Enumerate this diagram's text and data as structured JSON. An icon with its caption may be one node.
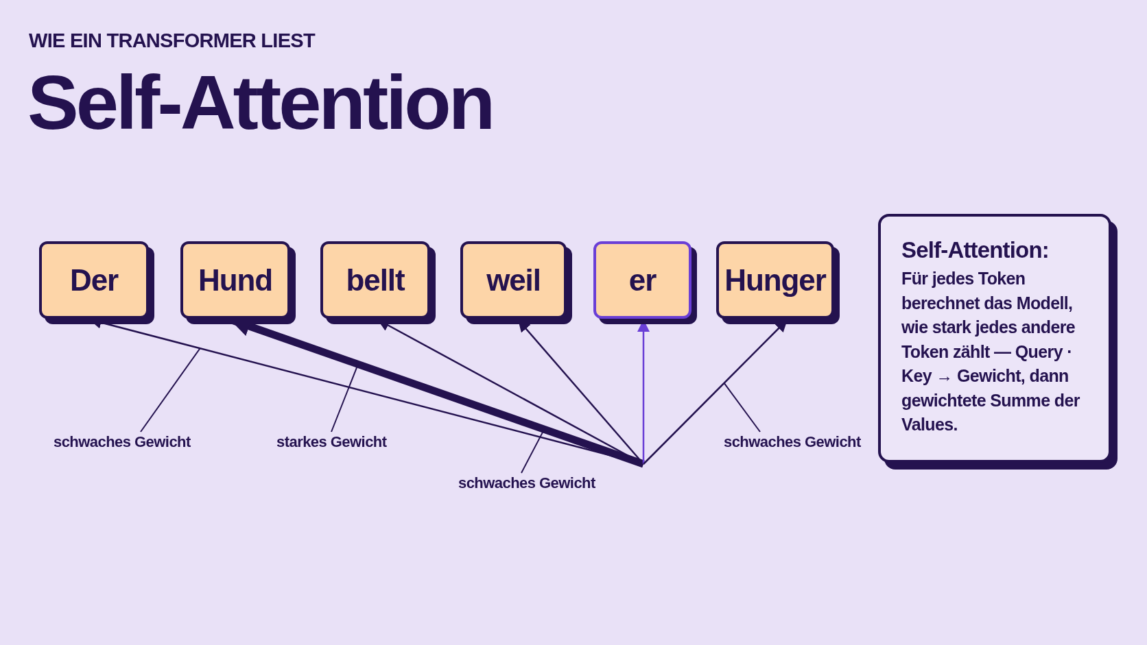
{
  "diagram": {
    "title": "Self-Attention",
    "nodes": [
      {
        "text": [
          "Der"
        ]
      },
      {
        "text": [
          "Hund"
        ]
      },
      {
        "text": [
          "bellt"
        ]
      },
      {
        "text": [
          "weil"
        ]
      },
      {
        "text": [
          "er"
        ]
      },
      {
        "text": [
          "Hunger"
        ]
      },
      {
        "text": [
          "Self-Attention:",
          "Für jedes Token berechnet das Modell, wie stark jedes andere Token zählt — Query · Key → Gewicht, dann gewichtete Summe der Values."
        ]
      },
      {
        "text": [
          "schwaches Gewicht"
        ]
      },
      {
        "text": [
          "starkes Gewicht"
        ]
      },
      {
        "text": [
          "schwaches Gewicht"
        ]
      },
      {
        "text": [
          "schwaches Gewicht"
        ]
      }
    ],
    "edges": [
      {
        "from": null,
        "to": 0,
        "arrow": "to"
      },
      {
        "from": null,
        "to": 1,
        "arrow": "to",
        "style": "thick"
      },
      {
        "from": null,
        "to": 2,
        "arrow": "to"
      },
      {
        "from": null,
        "to": 3,
        "arrow": "to"
      },
      {
        "from": null,
        "to": 4,
        "arrow": "to",
        "color": "#6a3fd6"
      },
      {
        "from": null,
        "to": 5,
        "arrow": "to"
      },
      {
        "from": 7,
        "to": null,
        "arrow": "none"
      },
      {
        "from": 8,
        "to": null,
        "arrow": "none"
      },
      {
        "from": 9,
        "to": null,
        "arrow": "none"
      },
      {
        "from": 10,
        "to": null,
        "arrow": "none"
      }
    ],
    "labels": [
      "WIE EIN TRANSFORMER LIEST"
    ]
  }
}
